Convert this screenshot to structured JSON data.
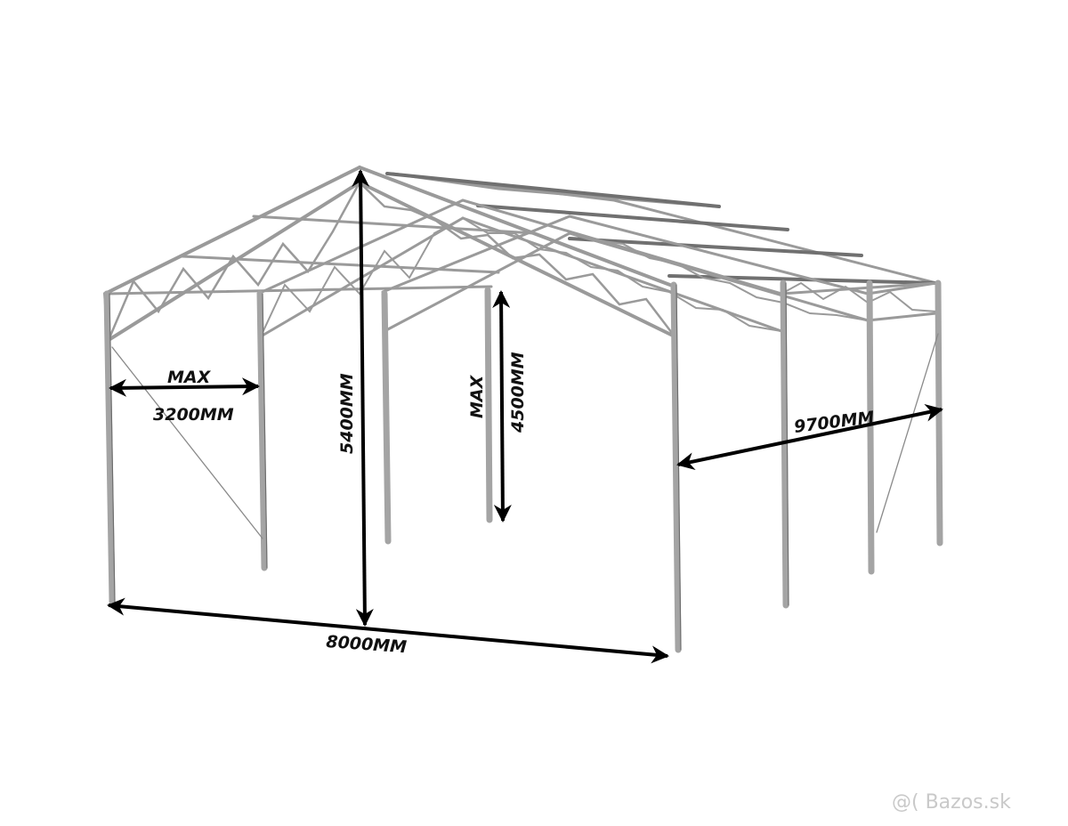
{
  "dimensions": {
    "side_bay": {
      "max_label": "MAX",
      "value_label": "3200MM"
    },
    "ridge_height": {
      "value_label": "5400MM"
    },
    "eave_height": {
      "max_label": "MAX",
      "value_label": "4500MM"
    },
    "length": {
      "value_label": "9700MM"
    },
    "width": {
      "value_label": "8000MM"
    }
  },
  "watermark": {
    "icon": "at-sign-icon",
    "text": "@( Bazos.sk"
  },
  "colors": {
    "frame": "#9a9a9a",
    "frame_dark": "#6e6e6e",
    "arrow": "#000000",
    "background": "#ffffff"
  }
}
